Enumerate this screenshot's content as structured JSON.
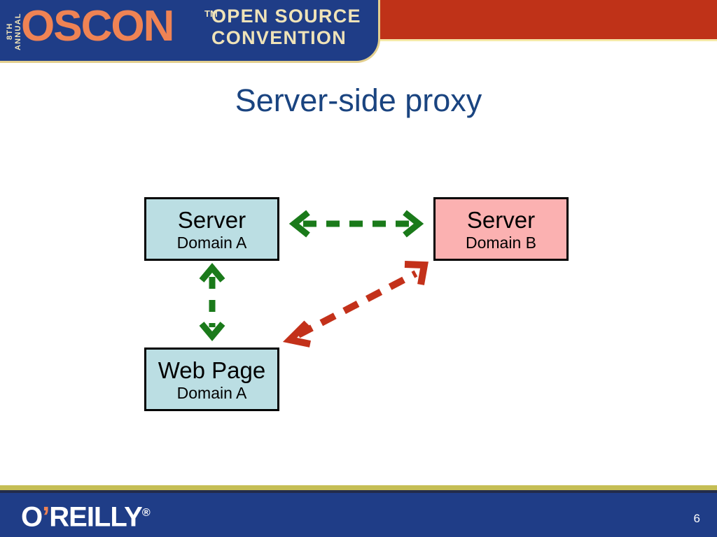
{
  "header": {
    "annual_label": "8TH ANNUAL",
    "wordmark": "OSCON",
    "trademark": "TM",
    "subtitle_line1": "OPEN SOURCE",
    "subtitle_line2": "CONVENTION",
    "band_color": "#bf3218",
    "badge_color": "#1f3d87",
    "accent_color": "#ef8354",
    "cream_color": "#efe3b8"
  },
  "slide": {
    "title": "Server-side proxy",
    "title_color": "#1a4480"
  },
  "diagram": {
    "nodes": [
      {
        "id": "server-a",
        "title": "Server",
        "subtitle": "Domain A",
        "fill": "#bbdee3",
        "border": "#000000"
      },
      {
        "id": "server-b",
        "title": "Server",
        "subtitle": "Domain B",
        "fill": "#fbb1b1",
        "border": "#000000"
      },
      {
        "id": "web-page",
        "title": "Web Page",
        "subtitle": "Domain A",
        "fill": "#bbdee3",
        "border": "#000000"
      }
    ],
    "connectors": [
      {
        "id": "server-a-to-server-b",
        "style": "dashed",
        "direction": "bidirectional",
        "color": "#1a7a1a",
        "orientation": "horizontal"
      },
      {
        "id": "server-a-to-web-page",
        "style": "dashed",
        "direction": "bidirectional",
        "color": "#1a7a1a",
        "orientation": "vertical"
      },
      {
        "id": "web-page-to-server-b",
        "style": "dashed",
        "direction": "bidirectional",
        "color": "#c3311a",
        "orientation": "diagonal"
      }
    ]
  },
  "footer": {
    "brand": "O",
    "brand_apostrophe": "’",
    "brand_rest": "REILLY",
    "registered": "®",
    "page_number": "6",
    "navy_color": "#1f3d87",
    "gold_color": "#c5be55"
  }
}
